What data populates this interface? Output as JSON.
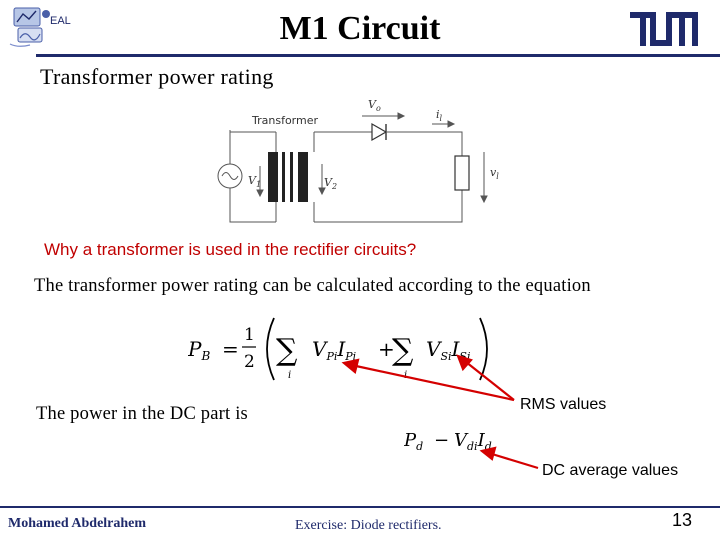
{
  "header": {
    "title": "M1 Circuit",
    "logo_left_text": "EAL",
    "brand_color": "#1f2a6b"
  },
  "slide": {
    "section_heading": "Transformer power rating",
    "question": "Why a transformer is used in the rectifier circuits?",
    "intro_line": "The transformer power rating can be calculated according to the equation",
    "dc_line": "The power in the DC part is",
    "rms_label": "RMS values",
    "dc_label": "DC average values",
    "accent_color": "#c00000"
  },
  "circuit": {
    "transformer_label": "Transformer",
    "v1": "V",
    "v1_sub": "1",
    "v2": "V",
    "v2_sub": "2",
    "vo": "V",
    "vo_sub": "o",
    "il": "i",
    "il_sub": "l",
    "vl": "v",
    "vl_sub": "l"
  },
  "formula": {
    "lhs": "P",
    "lhs_sub": "B",
    "eq": "=",
    "frac_num": "1",
    "frac_den": "2",
    "sum": "∑",
    "sum_index": "i",
    "term1_v": "V",
    "term1_v_sub": "Pi",
    "term1_i": "I",
    "term1_i_sub": "Pi",
    "plus": "+",
    "term2_v": "V",
    "term2_v_sub": "Si",
    "term2_i": "I",
    "term2_i_sub": "Si",
    "dc_lhs": "P",
    "dc_lhs_sub": "d",
    "dc_eq": "−",
    "dc_v": "V",
    "dc_v_sub": "di",
    "dc_i": "I",
    "dc_i_sub": "d"
  },
  "footer": {
    "author": "Mohamed Abdelrahem",
    "topic": "Exercise: Diode rectifiers.",
    "page": "13"
  }
}
